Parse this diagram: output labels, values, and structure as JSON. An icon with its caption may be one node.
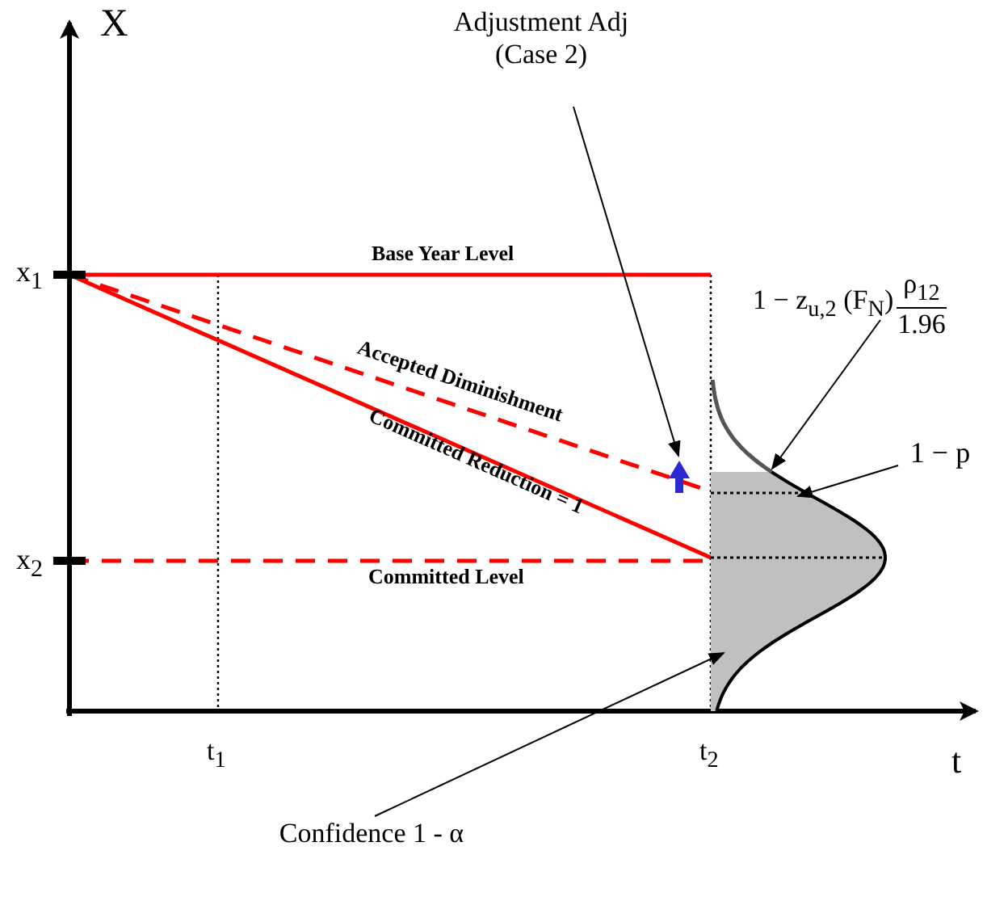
{
  "diagram": {
    "nodes": [
      {
        "text": [
          "Adjustment Adj (Case 2)"
        ]
      },
      {
        "text": [],
        "shape": "arrow"
      },
      {
        "text": [
          "1 − z$_{u,2}$ (F$_{N}$)",
          "ρ$_{12}$",
          "1.96"
        ]
      },
      {
        "text": [
          "1 − p"
        ]
      },
      {
        "text": [
          "Confidence 1 - α"
        ]
      },
      {
        "text": [],
        "shape": "curve"
      }
    ],
    "edges": [
      {
        "from": 0,
        "to": 1,
        "arrow": "to"
      },
      {
        "from": 2,
        "to": 5,
        "arrow": "to"
      },
      {
        "from": 3,
        "to": 5,
        "arrow": "to"
      },
      {
        "from": 4,
        "to": 5,
        "arrow": "to"
      }
    ],
    "labels": [
      "X",
      "x$_{1}$",
      "Base Year Level",
      "Accepted Diminishment",
      "Committed Reduction = 1",
      "x$_{2}$",
      "Committed Level",
      "t",
      "t$_{1}$",
      "t$_{2}$"
    ]
  }
}
